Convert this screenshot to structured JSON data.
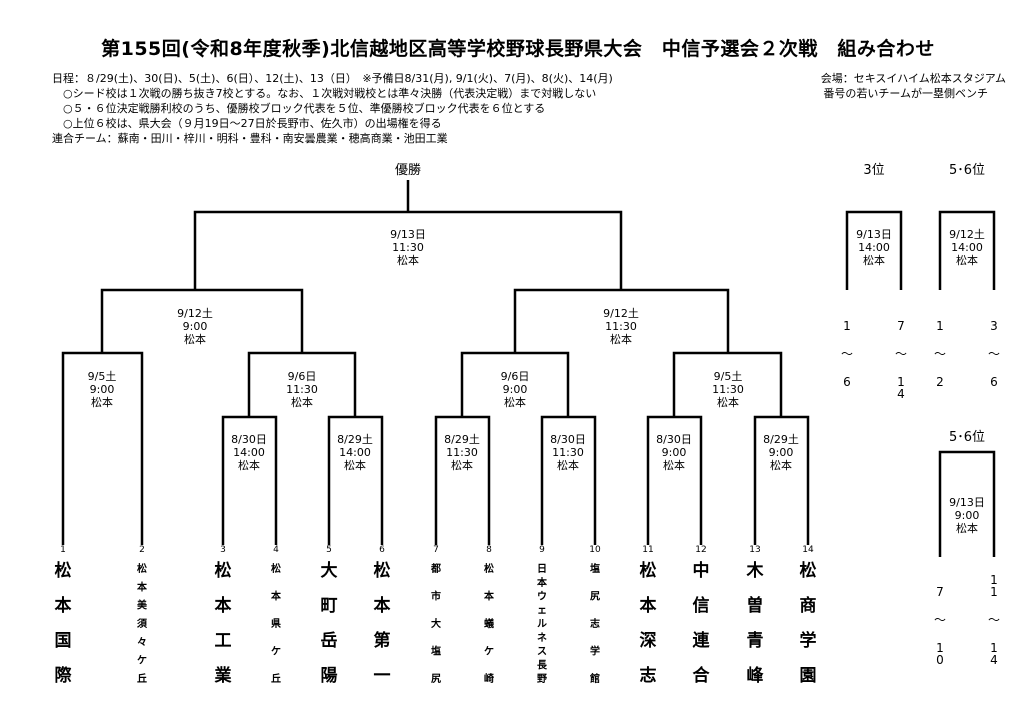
{
  "title": "第155回(令和8年度秋季)北信越地区高等学校野球長野県大会　中信予選会２次戦　組み合わせ",
  "notes": [
    "日程：８/29(土)、30(日)、5(土)、6(日）、12(土)、13（日）　※予備日8/31(月), 9/1(火)、7(月)、8(火)、14(月)",
    "　○シード校は１次戦の勝ち抜き7校とする。なお、１次戦対戦校とは準々決勝（代表決定戦）まで対戦しない",
    "　○５・６位決定戦勝利校のうち、優勝校ブロック代表を５位、準優勝校ブロック代表を６位とする",
    "　○上位６校は、県大会（９月19日〜27日於長野市、佐久市）の出場権を得る",
    "連合チーム：蘇南・田川・梓川・明科・豊科・南安曇農業・穂高商業・池田工業"
  ],
  "venue": [
    "会場：セキスイハイム松本スタジアム",
    "番号の若いチームが一塁側ベンチ"
  ],
  "headers": {
    "champion": "優勝",
    "third": "3位",
    "fifth_sixth": "5･6位"
  },
  "teams": [
    {
      "num": "1",
      "name": "松本国際"
    },
    {
      "num": "2",
      "name": "松本美須々ケ丘"
    },
    {
      "num": "3",
      "name": "松本工業"
    },
    {
      "num": "4",
      "name": "松本県ケ丘"
    },
    {
      "num": "5",
      "name": "大町岳陽"
    },
    {
      "num": "6",
      "name": "松本第一"
    },
    {
      "num": "7",
      "name": "都市大塩尻"
    },
    {
      "num": "8",
      "name": "松本蟻ケ崎"
    },
    {
      "num": "9",
      "name": "日本ウェルネス長野"
    },
    {
      "num": "10",
      "name": "塩尻志学館"
    },
    {
      "num": "11",
      "name": "松本深志"
    },
    {
      "num": "12",
      "name": "中信連合"
    },
    {
      "num": "13",
      "name": "木曽青峰"
    },
    {
      "num": "14",
      "name": "松商学園"
    }
  ],
  "matches": [
    {
      "id": "r1-3-4",
      "date": "8/30日",
      "time": "14:00",
      "place": "松本"
    },
    {
      "id": "r1-5-6",
      "date": "8/29土",
      "time": "14:00",
      "place": "松本"
    },
    {
      "id": "r1-7-8",
      "date": "8/29土",
      "time": "11:30",
      "place": "松本"
    },
    {
      "id": "r1-9-10",
      "date": "8/30日",
      "time": "11:30",
      "place": "松本"
    },
    {
      "id": "r1-11-12",
      "date": "8/30日",
      "time": "9:00",
      "place": "松本"
    },
    {
      "id": "r1-13-14",
      "date": "8/29土",
      "time": "9:00",
      "place": "松本"
    },
    {
      "id": "r2-1-2",
      "date": "9/5土",
      "time": "9:00",
      "place": "松本"
    },
    {
      "id": "r2-3-6",
      "date": "9/6日",
      "time": "11:30",
      "place": "松本"
    },
    {
      "id": "r2-7-10",
      "date": "9/6日",
      "time": "9:00",
      "place": "松本"
    },
    {
      "id": "r2-11-14",
      "date": "9/5土",
      "time": "11:30",
      "place": "松本"
    },
    {
      "id": "sf-left",
      "date": "9/12土",
      "time": "9:00",
      "place": "松本"
    },
    {
      "id": "sf-right",
      "date": "9/12土",
      "time": "11:30",
      "place": "松本"
    },
    {
      "id": "final",
      "date": "9/13日",
      "time": "11:30",
      "place": "松本"
    },
    {
      "id": "third",
      "date": "9/13日",
      "time": "14:00",
      "place": "松本"
    },
    {
      "id": "fifth-a",
      "date": "9/12土",
      "time": "14:00",
      "place": "松本"
    },
    {
      "id": "fifth-b",
      "date": "9/13日",
      "time": "9:00",
      "place": "松本"
    }
  ],
  "placement_ranges": {
    "third": [
      [
        "1",
        "〜",
        "6"
      ],
      [
        "7",
        "〜",
        "14"
      ]
    ],
    "fifth_a": [
      [
        "1",
        "〜",
        "2"
      ],
      [
        "3",
        "〜",
        "6"
      ]
    ],
    "fifth_b": [
      [
        "7",
        "〜",
        "10"
      ],
      [
        "11",
        "〜",
        "14"
      ]
    ]
  }
}
